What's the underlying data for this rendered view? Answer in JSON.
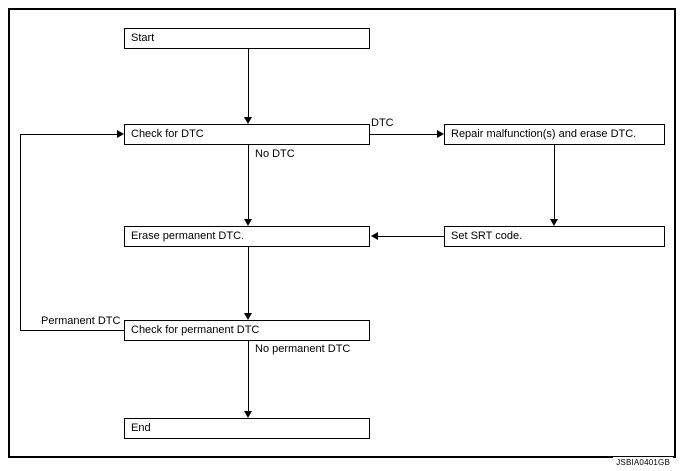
{
  "figure": {
    "id_label": "JSBIA0401GB",
    "border_color": "#000000",
    "background_color": "#ffffff",
    "line_color": "#000000"
  },
  "diagram": {
    "type": "flowchart",
    "nodes": [
      {
        "key": "start",
        "label": "Start"
      },
      {
        "key": "check_dtc",
        "label": "Check for DTC"
      },
      {
        "key": "repair",
        "label": "Repair malfunction(s) and erase DTC."
      },
      {
        "key": "erase_perm",
        "label": "Erase permanent DTC."
      },
      {
        "key": "set_srt",
        "label": "Set SRT code."
      },
      {
        "key": "check_perm",
        "label": "Check for permanent DTC"
      },
      {
        "key": "end",
        "label": "End"
      }
    ],
    "edges": [
      {
        "from": "start",
        "to": "check_dtc",
        "label": ""
      },
      {
        "from": "check_dtc",
        "to": "repair",
        "label": "DTC"
      },
      {
        "from": "check_dtc",
        "to": "erase_perm",
        "label": "No DTC"
      },
      {
        "from": "repair",
        "to": "set_srt",
        "label": ""
      },
      {
        "from": "set_srt",
        "to": "erase_perm",
        "label": ""
      },
      {
        "from": "erase_perm",
        "to": "check_perm",
        "label": ""
      },
      {
        "from": "check_perm",
        "to": "check_dtc",
        "label": "Permanent DTC"
      },
      {
        "from": "check_perm",
        "to": "end",
        "label": "No permanent DTC"
      }
    ],
    "edge_labels": {
      "dtc": "DTC",
      "no_dtc": "No DTC",
      "permanent_dtc": "Permanent DTC",
      "no_permanent_dtc": "No permanent DTC"
    }
  }
}
